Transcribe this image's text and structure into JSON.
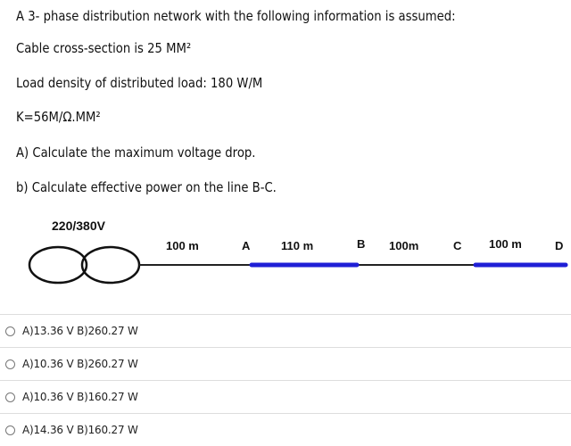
{
  "problem": {
    "intro": "A 3- phase distribution network with the following information is assumed:",
    "cable": "Cable cross-section is 25 MM²",
    "load_density": "Load density of distributed load: 180 W/M",
    "k_value": "K=56M/Ω.MM²",
    "question_a": "A) Calculate the maximum voltage drop.",
    "question_b": "b) Calculate effective power on the line B-C."
  },
  "diagram": {
    "source_voltage": "220/380V",
    "segment_labels": [
      "100 m",
      "110 m",
      "100m",
      "100 m"
    ],
    "node_labels": [
      "A",
      "B",
      "C",
      "D"
    ],
    "load_color": "#1f1fd6"
  },
  "options": [
    {
      "label": "A)13.36 V B)260.27 W"
    },
    {
      "label": "A)10.36 V B)260.27 W"
    },
    {
      "label": "A)10.36 V B)160.27 W"
    },
    {
      "label": "A)14.36 V B)160.27 W"
    }
  ]
}
